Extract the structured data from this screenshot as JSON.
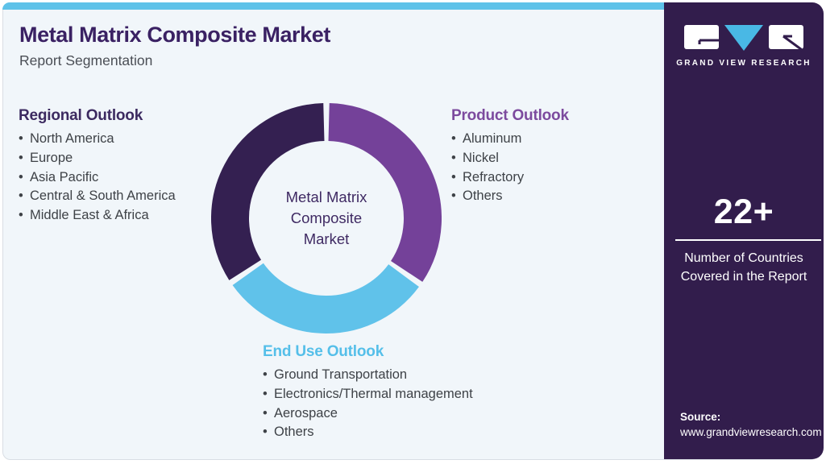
{
  "ui": {
    "bullet": "•"
  },
  "header": {
    "title": "Metal Matrix Composite Market",
    "subtitle": "Report Segmentation"
  },
  "sections": {
    "regional": {
      "heading": "Regional Outlook",
      "color": "#3c2a60",
      "items": [
        "North America",
        "Europe",
        "Asia Pacific",
        "Central & South America",
        "Middle East & Africa"
      ]
    },
    "product": {
      "heading": "Product Outlook",
      "color": "#7c4a9e",
      "items": [
        "Aluminum",
        "Nickel",
        "Refractory",
        "Others"
      ]
    },
    "enduse": {
      "heading": "End Use Outlook",
      "color": "#55bfe9",
      "items": [
        "Ground Transportation",
        "Electronics/Thermal management",
        "Aerospace",
        "Others"
      ]
    }
  },
  "chart_data": {
    "type": "pie",
    "style": "donut",
    "title": "Metal Matrix Composite Market",
    "center_label_lines": [
      "Metal Matrix",
      "Composite",
      "Market"
    ],
    "legend_position": "around-chart",
    "segments": [
      {
        "name": "Product Outlook",
        "color": "#744199",
        "start_deg": 1.5,
        "end_deg": 123.5,
        "approx_share_pct": 34
      },
      {
        "name": "End Use Outlook",
        "color": "#60c2ea",
        "start_deg": 126.5,
        "end_deg": 234.5,
        "approx_share_pct": 30
      },
      {
        "name": "Regional Outlook",
        "color": "#342051",
        "start_deg": 237.5,
        "end_deg": 358.5,
        "approx_share_pct": 36
      }
    ]
  },
  "sidebar": {
    "brand": "GRAND VIEW RESEARCH",
    "stat": {
      "value": "22+",
      "caption_line1": "Number of Countries",
      "caption_line2": "Covered in the Report"
    },
    "source": {
      "label": "Source:",
      "url": "www.grandviewresearch.com"
    }
  },
  "colors": {
    "panel_bg": "#f1f6fa",
    "top_bar": "#5ec2e9",
    "sidebar_bg": "#321d4c",
    "title_purple": "#3a2163",
    "body_text": "#3e4247",
    "logo_triangle_blue": "#49b8e5",
    "donut_dark": "#342051",
    "donut_purple": "#744199",
    "donut_blue": "#60c2ea"
  }
}
